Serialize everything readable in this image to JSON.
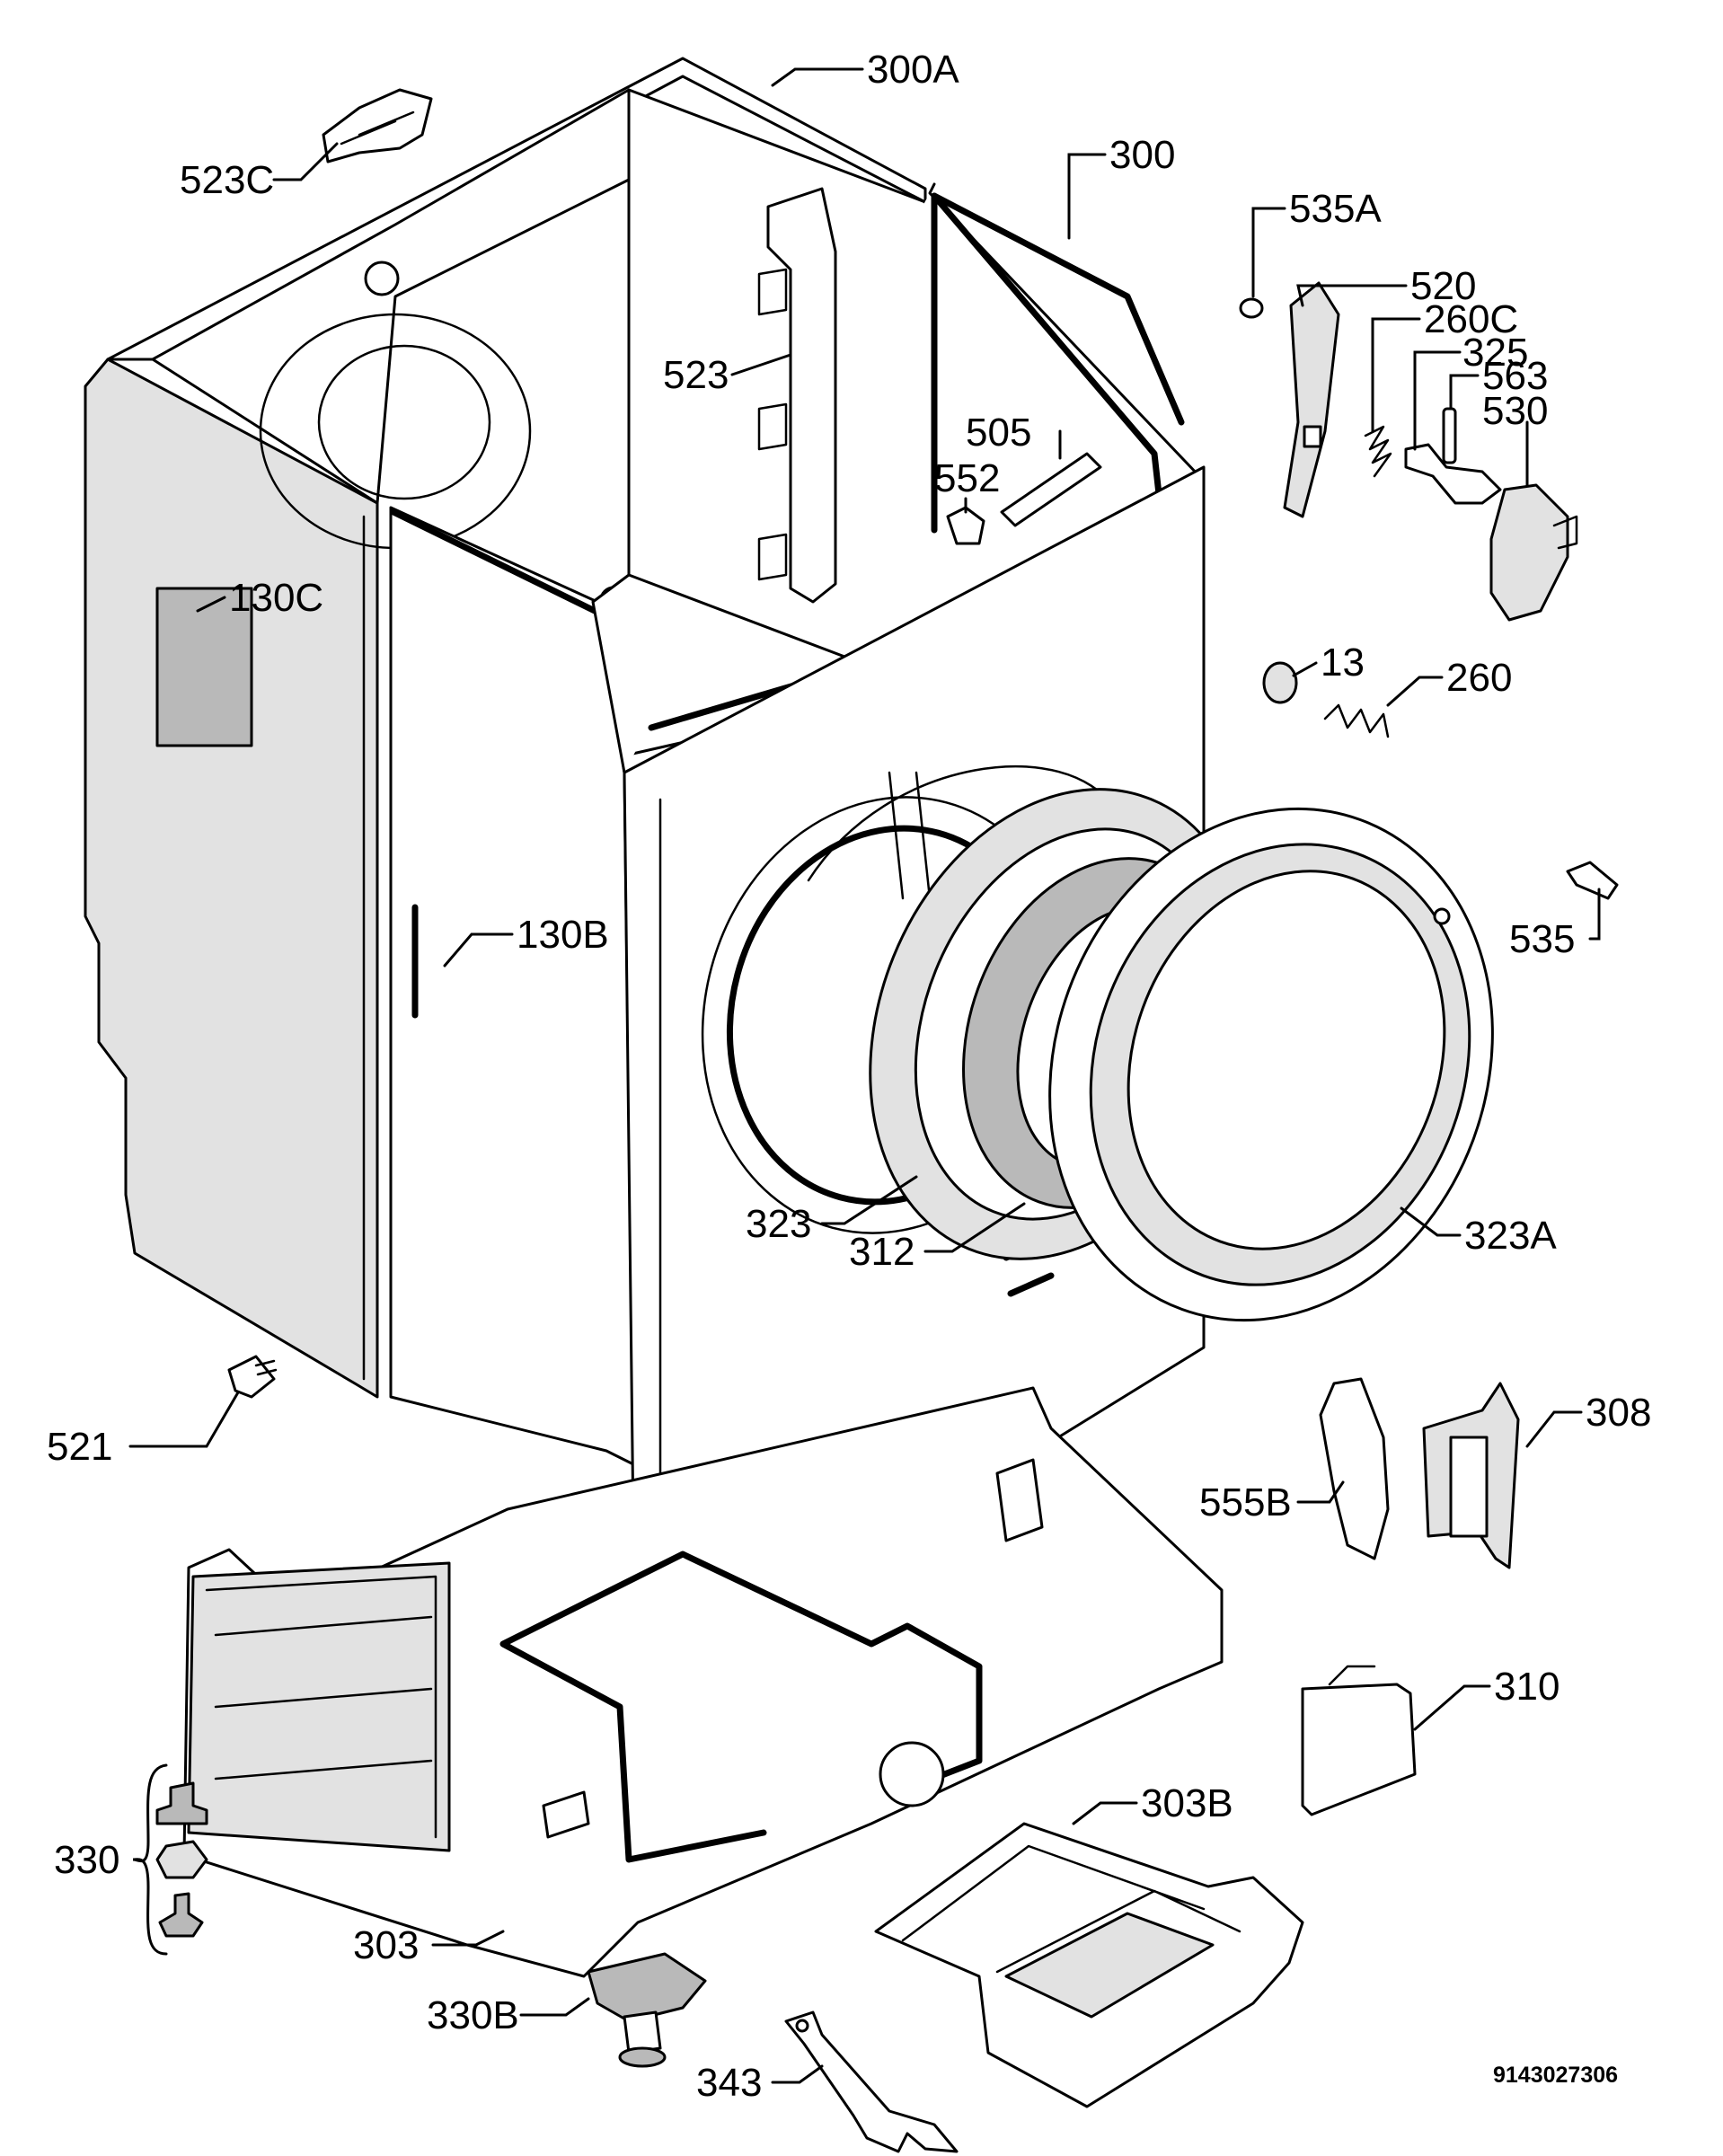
{
  "document_code": "9143027306",
  "callouts": [
    {
      "id": "300A",
      "label": "300A"
    },
    {
      "id": "300",
      "label": "300"
    },
    {
      "id": "523C",
      "label": "523C"
    },
    {
      "id": "535A",
      "label": "535A"
    },
    {
      "id": "520",
      "label": "520"
    },
    {
      "id": "260C",
      "label": "260C"
    },
    {
      "id": "325",
      "label": "325"
    },
    {
      "id": "563",
      "label": "563"
    },
    {
      "id": "530",
      "label": "530"
    },
    {
      "id": "523",
      "label": "523"
    },
    {
      "id": "505",
      "label": "505"
    },
    {
      "id": "552",
      "label": "552"
    },
    {
      "id": "130C",
      "label": "130C"
    },
    {
      "id": "13",
      "label": "13"
    },
    {
      "id": "260",
      "label": "260"
    },
    {
      "id": "130B",
      "label": "130B"
    },
    {
      "id": "535",
      "label": "535"
    },
    {
      "id": "323",
      "label": "323"
    },
    {
      "id": "312",
      "label": "312"
    },
    {
      "id": "323A",
      "label": "323A"
    },
    {
      "id": "521",
      "label": "521"
    },
    {
      "id": "308",
      "label": "308"
    },
    {
      "id": "555B",
      "label": "555B"
    },
    {
      "id": "310",
      "label": "310"
    },
    {
      "id": "330",
      "label": "330"
    },
    {
      "id": "303B",
      "label": "303B"
    },
    {
      "id": "303",
      "label": "303"
    },
    {
      "id": "330B",
      "label": "330B"
    },
    {
      "id": "343",
      "label": "343"
    }
  ]
}
